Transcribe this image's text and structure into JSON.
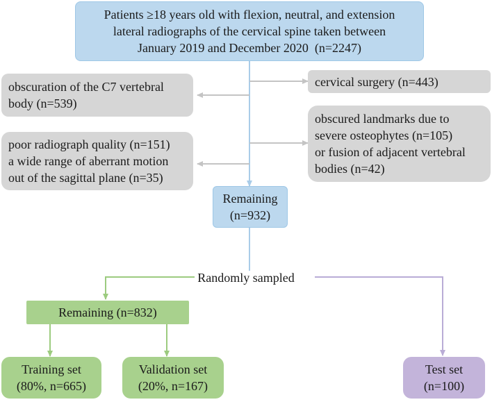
{
  "boxes": {
    "start": "Patients ≥18 years old with flexion, neutral, and extension\nlateral radiographs of the cervical spine taken between\nJanuary 2019 and December 2020  (n=2247)",
    "exclude_c7": "obscuration of the C7 vertebral\nbody (n=539)",
    "exclude_surgery": "cervical surgery (n=443)",
    "exclude_osteophytes": "obscured landmarks due to\nsevere osteophytes (n=105)\nor fusion of adjacent vertebral\nbodies (n=42)",
    "exclude_quality": "poor radiograph quality (n=151)\na wide range of aberrant motion\nout of the sagittal plane (n=35)",
    "remaining_932": "Remaining\n(n=932)",
    "random_label": "Randomly sampled",
    "remaining_832": "Remaining (n=832)",
    "training": "Training set\n(80%, n=665)",
    "validation": "Validation set\n(20%, n=167)",
    "test": "Test set\n(n=100)"
  },
  "colors": {
    "blue_fill": "#bcd8ee",
    "blue_line": "#a9cce8",
    "gray_fill": "#d6d6d6",
    "gray_line": "#c4c4c4",
    "green_fill": "#a8d18d",
    "green_line": "#9ccb7f",
    "purple_fill": "#c3b4da",
    "purple_line": "#b9acd6"
  }
}
